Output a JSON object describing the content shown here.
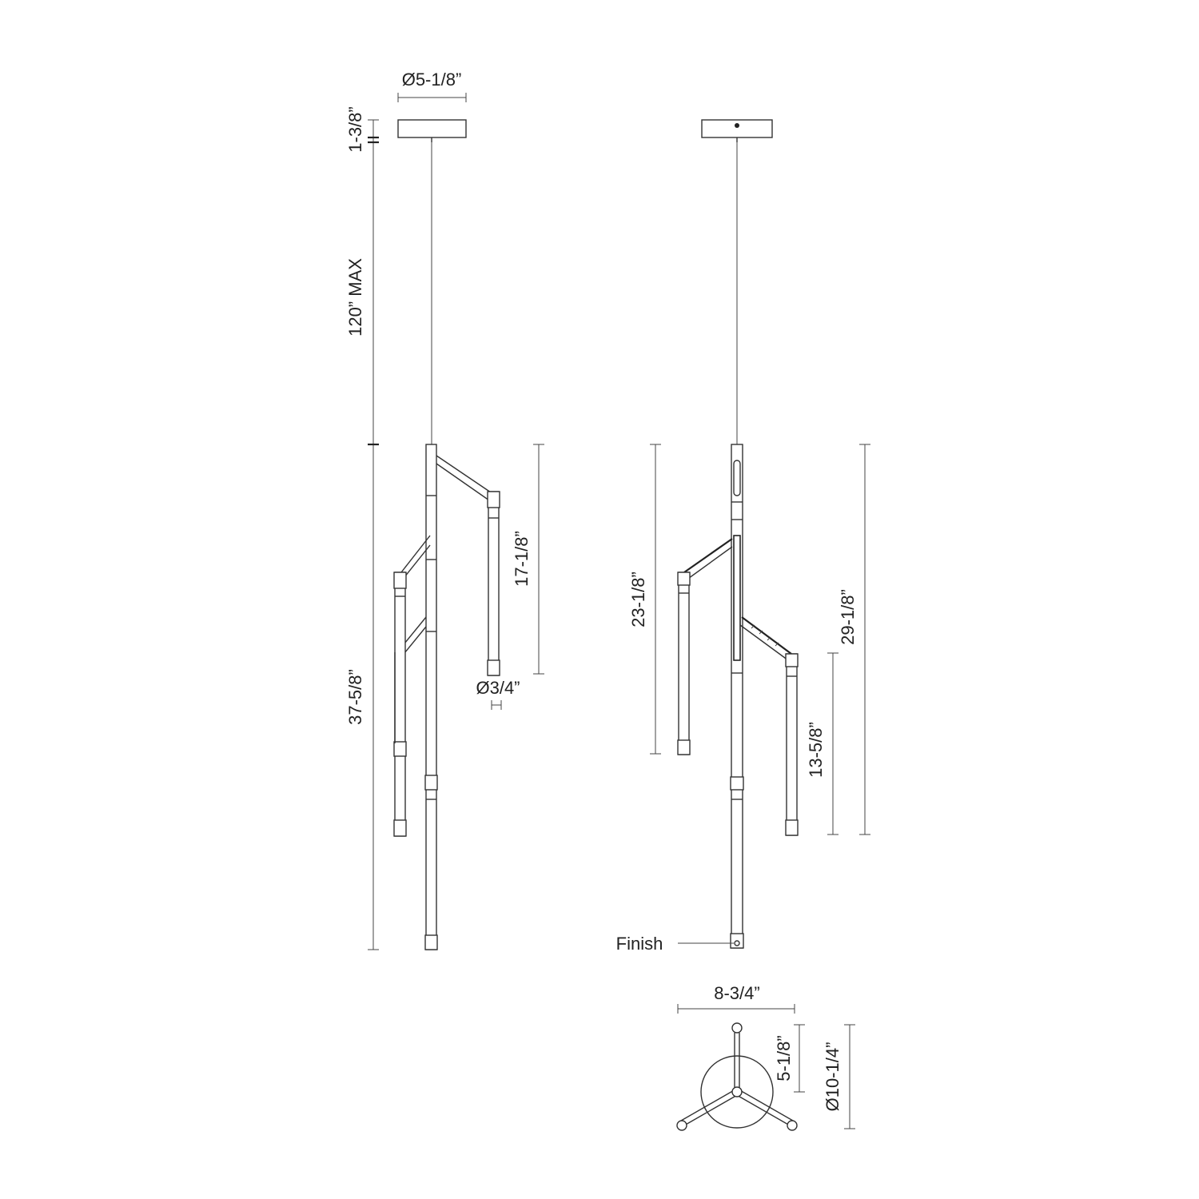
{
  "dimensions": {
    "canopy_diameter": "Ø5-1/8”",
    "canopy_height": "1-3/8”",
    "cable_max": "120” MAX",
    "overall_fixture": "37-5/8”",
    "upper_arm_drop": "17-1/8”",
    "rod_diameter": "Ø3/4”",
    "left_rod_drop": "23-1/8”",
    "right_overall": "29-1/8”",
    "right_rod_drop": "13-5/8”",
    "base_width": "8-3/4”",
    "base_depth": "5-1/8”",
    "base_diameter": "Ø10-1/4”"
  },
  "labels": {
    "finish": "Finish"
  }
}
